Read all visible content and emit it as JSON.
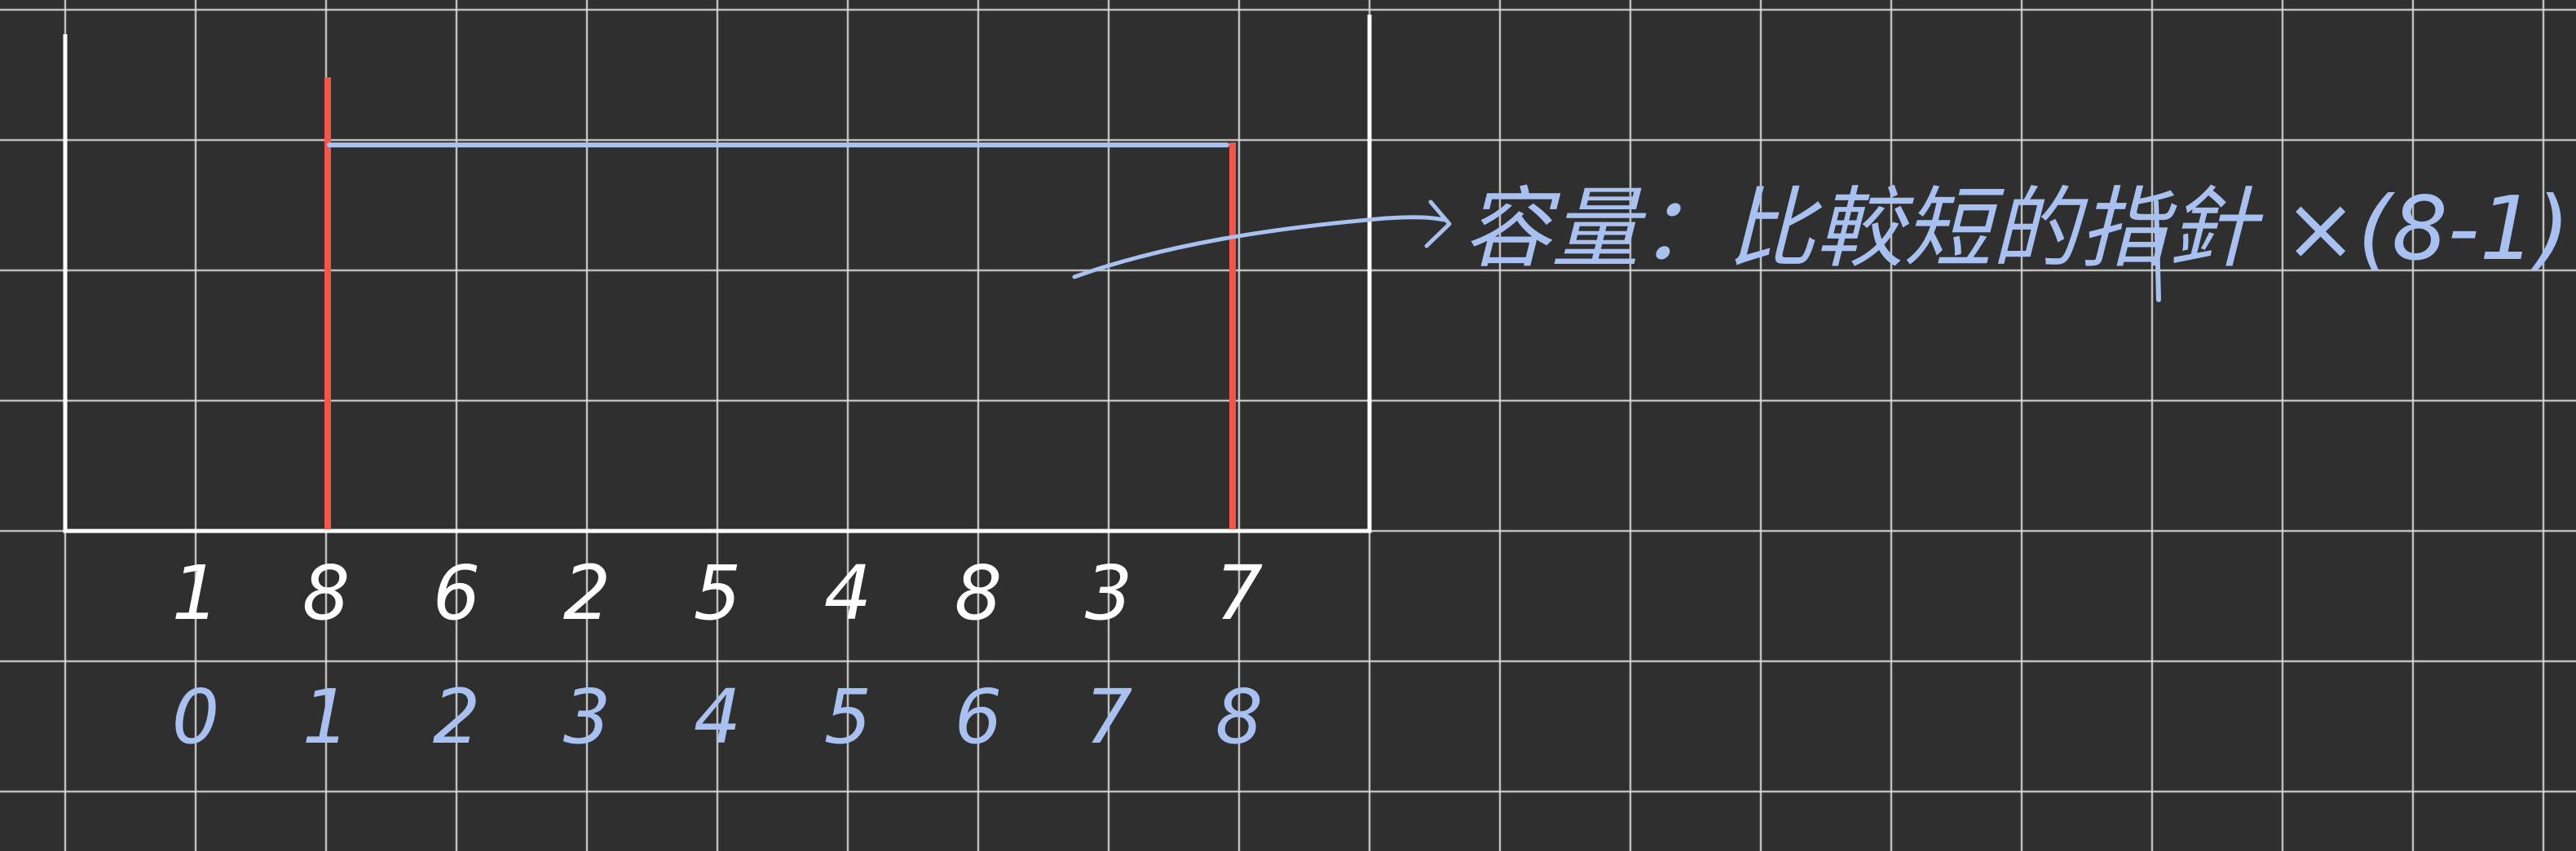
{
  "board": {
    "background": "#2f2f2f",
    "grid_color": "#d8d8d8"
  },
  "heights": [
    "1",
    "8",
    "6",
    "2",
    "5",
    "4",
    "8",
    "3",
    "7"
  ],
  "indices": [
    "0",
    "1",
    "2",
    "3",
    "4",
    "5",
    "6",
    "7",
    "8"
  ],
  "pointers": {
    "left_index": 1,
    "right_index": 8,
    "color": "#f0564a"
  },
  "water_level": {
    "value": 7,
    "color": "#a9c1f0"
  },
  "annotation": {
    "text": "容量：比較短的指針 ×(8-1)",
    "color": "#a9c1f0"
  }
}
